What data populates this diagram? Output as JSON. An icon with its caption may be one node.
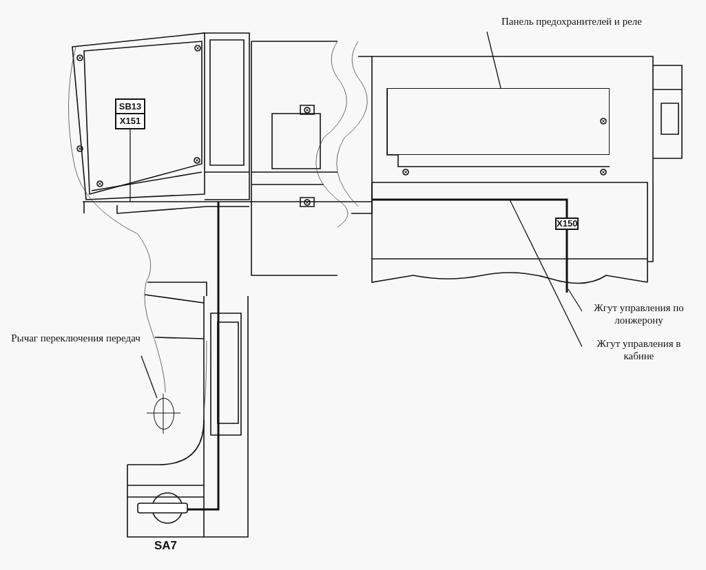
{
  "diagram": {
    "nodes": [
      {
        "text": [
          "Панель предохранителей и реле"
        ]
      },
      {
        "text": [],
        "shape": "box"
      },
      {
        "text": [
          "SB13",
          "X151"
        ]
      },
      {
        "text": [
          "X150"
        ]
      },
      {
        "text": [
          "Жгут управления по лонжерону"
        ]
      },
      {
        "text": [
          "Жгут управления в кабине"
        ]
      },
      {
        "text": [
          "Рычаг переключения передач"
        ]
      },
      {
        "text": [],
        "shape": "circle"
      }
    ],
    "edges": [
      {
        "from": 0,
        "to": 1,
        "arrow": "none"
      },
      {
        "from": 2,
        "to": null,
        "arrow": "none"
      },
      {
        "from": 4,
        "to": null,
        "arrow": "none"
      },
      {
        "from": 5,
        "to": null,
        "arrow": "none"
      },
      {
        "from": 6,
        "to": 7,
        "arrow": "none"
      }
    ],
    "labels": [
      "SA7"
    ]
  }
}
